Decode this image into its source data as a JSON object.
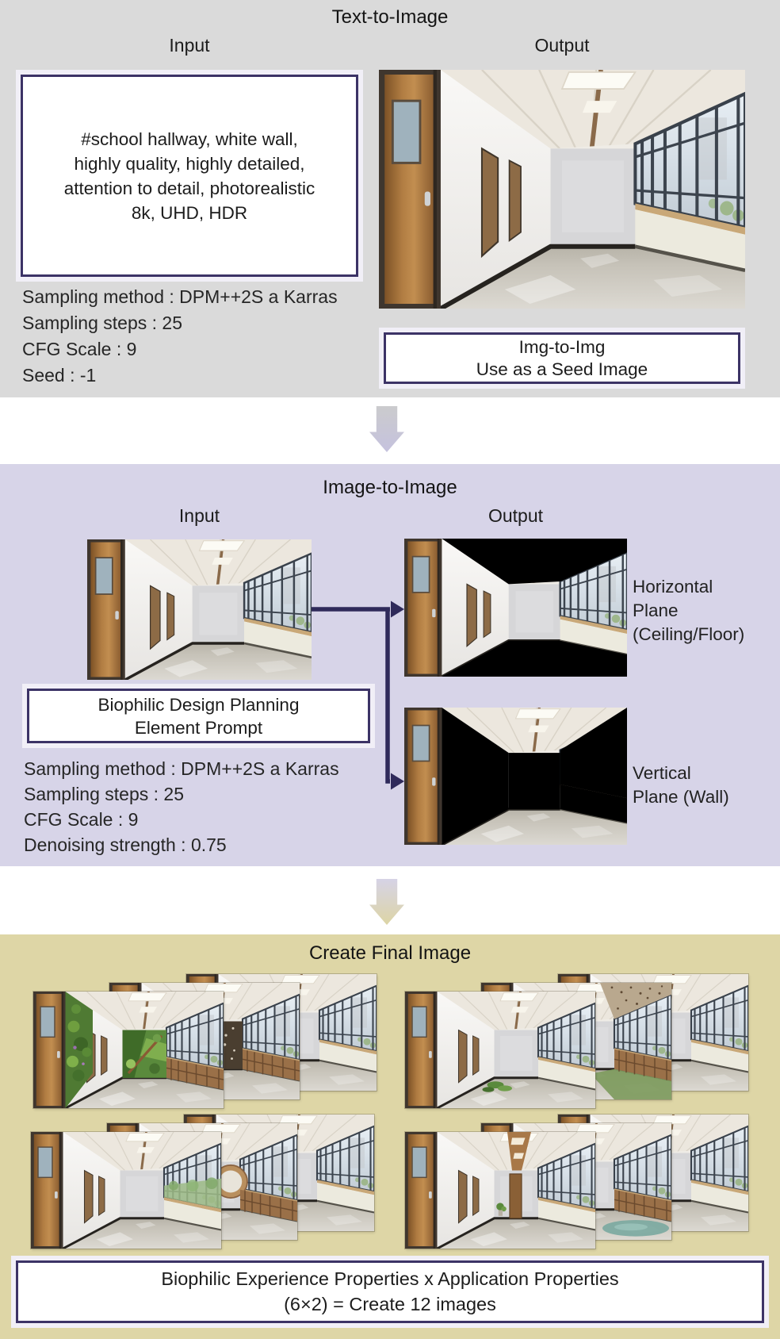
{
  "colors": {
    "panel1_bg": "#dadada",
    "panel2_bg": "#d7d4e8",
    "panel3_bg": "#ded6a6",
    "box_border": "#3c3366",
    "box_frame": "#f1eff7",
    "connector": "#2f2a5a",
    "text": "#1c1c1c"
  },
  "panel1": {
    "title": "Text-to-Image",
    "input_label": "Input",
    "output_label": "Output",
    "prompt_lines": [
      "#school hallway, white wall,",
      "highly quality, highly detailed,",
      "attention to detail, photorealistic",
      "8k, UHD, HDR"
    ],
    "params": [
      "Sampling method : DPM++2S a Karras",
      "Sampling steps : 25",
      "CFG Scale : 9",
      "Seed : -1"
    ],
    "seed_box_lines": [
      "Img-to-Img",
      "Use as a Seed Image"
    ],
    "output_image": "AI-generated school hallway with white walls, wooden door and window wall"
  },
  "panel2": {
    "title": "Image-to-Image",
    "input_label": "Input",
    "output_label": "Output",
    "prompt_box_lines": [
      "Biophilic Design Planning",
      "Element Prompt"
    ],
    "params": [
      "Sampling method : DPM++2S a Karras",
      "Sampling steps : 25",
      "CFG Scale : 9",
      "Denoising strength : 0.75"
    ],
    "output1_label_lines": [
      "Horizontal",
      "Plane",
      "(Ceiling/Floor)"
    ],
    "output2_label_lines": [
      "Vertical",
      "Plane (Wall)"
    ],
    "input_image": "seed image of school hallway",
    "output1_image": "hallway with ceiling and floor masked in black",
    "output2_image": "hallway with walls masked in black"
  },
  "panel3": {
    "title": "Create Final Image",
    "caption_lines": [
      "Biophilic Experience Properties x Application Properties",
      "(6×2) = Create 12 images"
    ],
    "groups": [
      {
        "images": [
          "hallway with living green wall and wood bookshelves",
          "hallway with stone screen back wall",
          "hallway with corridor windows"
        ]
      },
      {
        "images": [
          "hallway with moss rocks on the floor",
          "hallway with pebble ceiling and green carpet",
          "hallway with corridor windows"
        ]
      },
      {
        "images": [
          "hallway with full-height glass wall and trees",
          "hallway with round wooden niche and bookshelves",
          "hallway with corridor windows"
        ]
      },
      {
        "images": [
          "hallway with wood ceiling and potted plant",
          "hallway with water feature and plants",
          "hallway with corridor windows"
        ]
      }
    ]
  }
}
